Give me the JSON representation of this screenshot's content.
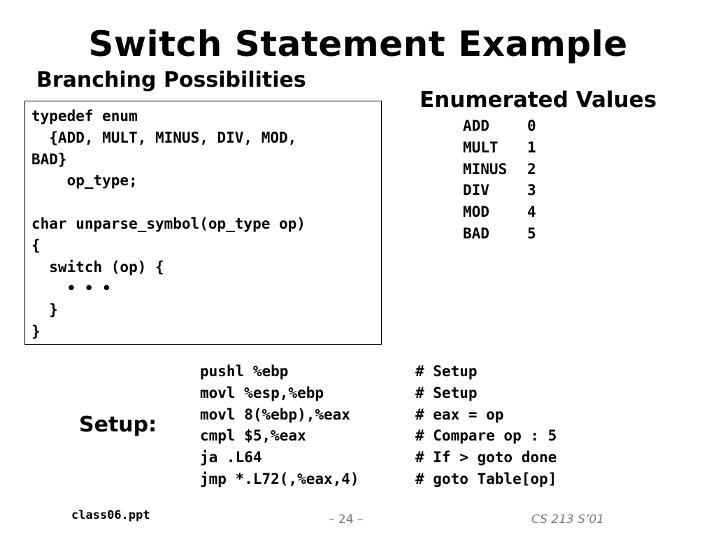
{
  "slide": {
    "title": "Switch Statement Example",
    "subtitle": "Branching Possibilities",
    "enum_title": "Enumerated Values",
    "setup_label": "Setup:"
  },
  "code_box": {
    "lines": [
      "typedef enum",
      "  {ADD, MULT, MINUS, DIV, MOD,",
      "BAD}",
      "    op_type;",
      "",
      "char unparse_symbol(op_type op)",
      "{",
      "  switch (op) {",
      "    • • •",
      "  }",
      "}"
    ]
  },
  "enum_values": [
    {
      "name": "ADD",
      "value": "0"
    },
    {
      "name": "MULT",
      "value": "1"
    },
    {
      "name": "MINUS",
      "value": "2"
    },
    {
      "name": "DIV",
      "value": "3"
    },
    {
      "name": "MOD",
      "value": "4"
    },
    {
      "name": "BAD",
      "value": "5"
    }
  ],
  "assembly": [
    {
      "instr": "pushl %ebp",
      "comment": "# Setup"
    },
    {
      "instr": "movl %esp,%ebp",
      "comment": "# Setup"
    },
    {
      "instr": "movl 8(%ebp),%eax",
      "comment": "# eax = op"
    },
    {
      "instr": "cmpl $5,%eax",
      "comment": "# Compare op : 5"
    },
    {
      "instr": "ja .L64",
      "comment": "# If > goto done"
    },
    {
      "instr": "jmp *.L72(,%eax,4)",
      "comment": "# goto Table[op]"
    }
  ],
  "footer": {
    "left": "class06.ppt",
    "center": "– 24 –",
    "right": "CS 213 S’01"
  }
}
